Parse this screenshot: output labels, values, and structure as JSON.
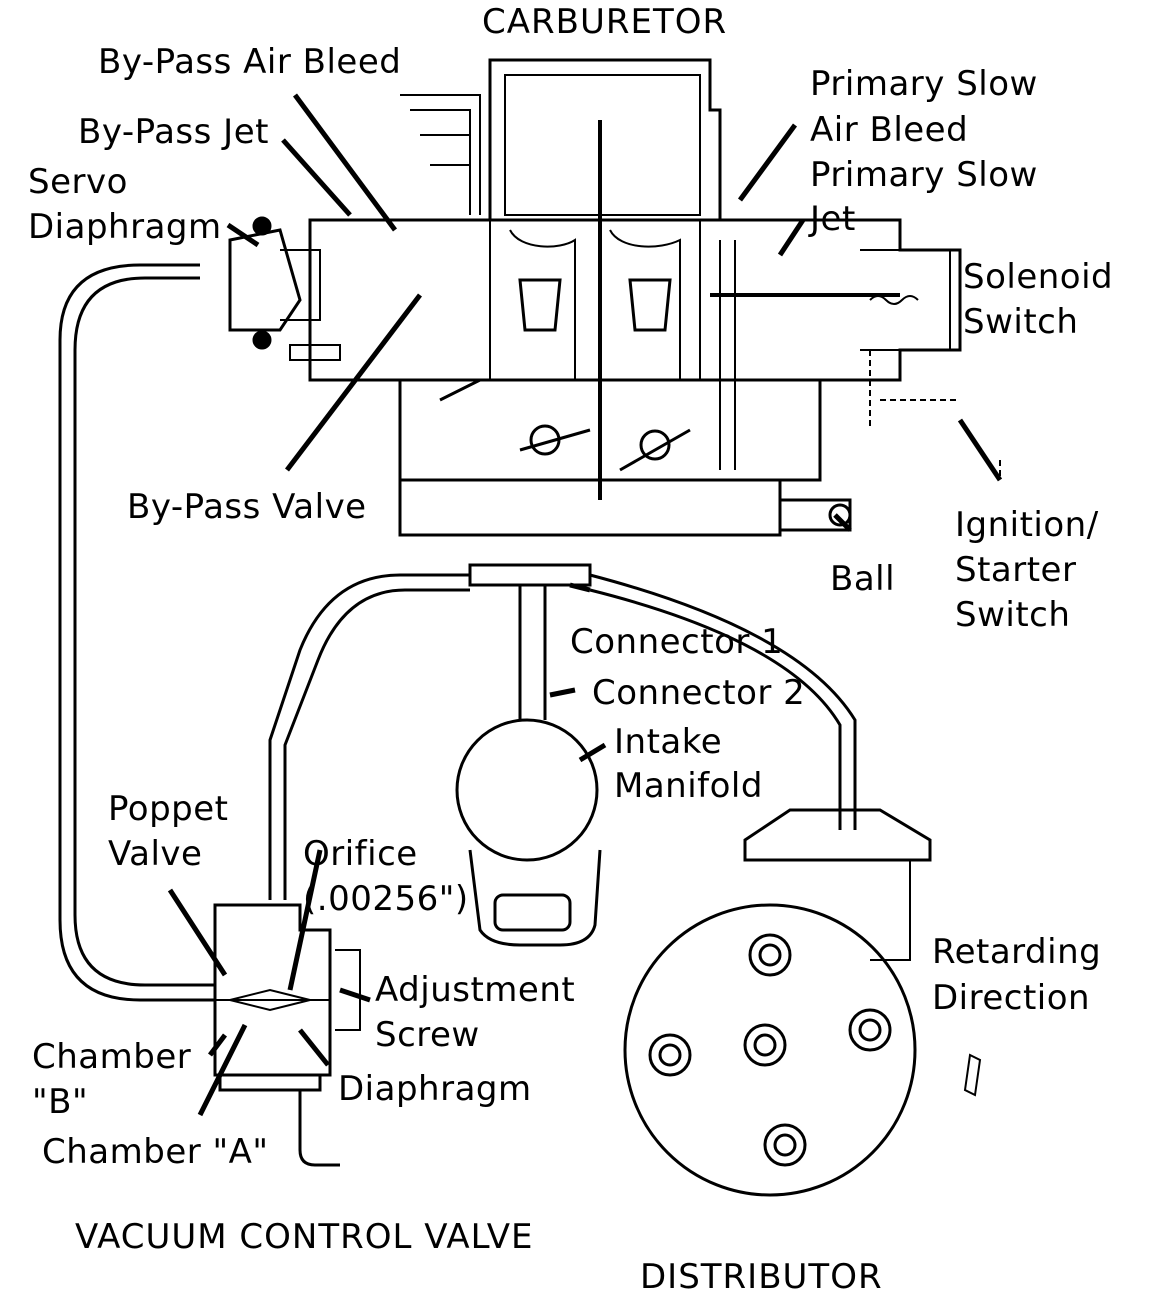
{
  "titles": {
    "carburetor": "CARBURETOR",
    "vacuum_control_valve": "VACUUM CONTROL VALVE",
    "distributor": "DISTRIBUTOR"
  },
  "labels": {
    "bypass_air_bleed": "By-Pass Air Bleed",
    "bypass_jet": "By-Pass Jet",
    "servo_diaphragm": [
      "Servo",
      "Diaphragm"
    ],
    "primary_slow_air_bleed": [
      "Primary Slow",
      "Air Bleed"
    ],
    "primary_slow_jet": [
      "Primary Slow",
      "Jet"
    ],
    "solenoid_switch": [
      "Solenoid",
      "Switch"
    ],
    "bypass_valve": "By-Pass Valve",
    "ball": "Ball",
    "ignition_starter_switch": [
      "Ignition/",
      "Starter",
      "Switch"
    ],
    "connector_1": "Connector 1",
    "connector_2": "Connector 2",
    "intake_manifold": [
      "Intake",
      "Manifold"
    ],
    "poppet_valve": [
      "Poppet",
      "Valve"
    ],
    "orifice": [
      "Orifice",
      "(.00256\")"
    ],
    "adjustment_screw": [
      "Adjustment",
      "Screw"
    ],
    "chamber_b": [
      "Chamber",
      "\"B\""
    ],
    "diaphragm": "Diaphragm",
    "chamber_a": "Chamber \"A\"",
    "retarding_direction": [
      "Retarding",
      "Direction"
    ]
  }
}
